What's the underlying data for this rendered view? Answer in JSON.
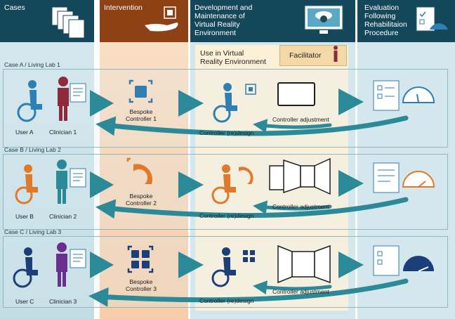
{
  "headers": {
    "cases": "Cases",
    "intervention": "Intervention",
    "development": [
      "Development and",
      "Maintenance of",
      "Virtual Reality",
      "Environment"
    ],
    "evaluation": [
      "Evaluation",
      "Following",
      "Rehabilitaion",
      "Procedure"
    ]
  },
  "use_vr": [
    "Use in Virtual",
    "Reality Environment"
  ],
  "facilitator": "Facilitator",
  "cases": [
    {
      "label": "Case A / Living Lab 1",
      "user": "User A",
      "clinician": "Clinician 1",
      "controller": [
        "Bespoke",
        "Controller 1"
      ],
      "redesign": "Controller (re)design",
      "adjustment": "Controller adjustment",
      "color": "#2e7fb3",
      "icons": [
        "wheelchair-user-icon",
        "clinician-icon",
        "document-icon",
        "controller-square-icon",
        "screen-icon",
        "evaluation-document-icon",
        "gauge-low-icon"
      ]
    },
    {
      "label": "Case B / Living Lab 2",
      "user": "User B",
      "clinician": "Clinician 2",
      "controller": [
        "Bespoke",
        "Controller 2"
      ],
      "redesign": "Controller (re)design",
      "adjustment": "Controller adjustment",
      "color": "#e07a2a",
      "icons": [
        "wheelchair-user-icon",
        "clinician-icon",
        "document-icon",
        "controller-arc-icon",
        "panorama-screen-icon",
        "evaluation-document-icon",
        "gauge-mid-icon"
      ]
    },
    {
      "label": "Case C / Living Lab 3",
      "user": "User C",
      "clinician": "Clinician 3",
      "controller": [
        "Bespoke",
        "Controller 3"
      ],
      "redesign": "Controller (re)design",
      "adjustment": "Controller adjustment",
      "color": "#1c3f7a",
      "icons": [
        "wheelchair-user-icon",
        "clinician-icon",
        "document-icon",
        "controller-grid-icon",
        "curved-screen-icon",
        "evaluation-document-icon",
        "gauge-high-icon"
      ]
    }
  ],
  "colors": {
    "header": "#15475a",
    "intervention_header": "#8e4115",
    "arrow": "#2c8a98",
    "clinician": "#8e2a3c"
  }
}
